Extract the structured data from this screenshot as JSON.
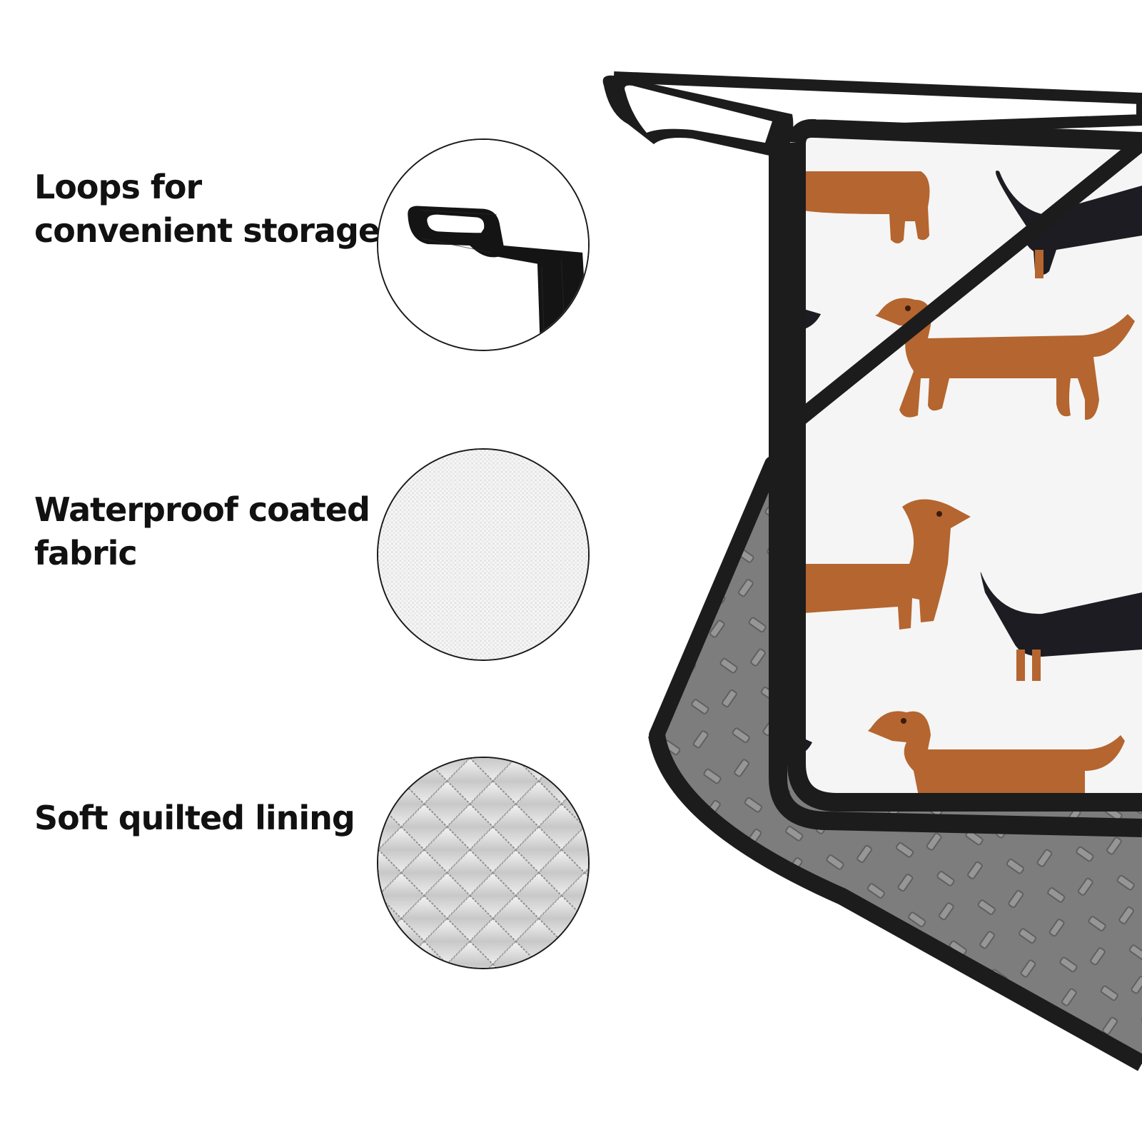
{
  "features": [
    {
      "label": "Loops for\nconvenient storage",
      "icon": "hanging-loop-closeup"
    },
    {
      "label": "Waterproof coated\nfabric",
      "icon": "coated-fabric-closeup"
    },
    {
      "label": "Soft quilted lining",
      "icon": "quilted-lining-closeup"
    }
  ],
  "product": {
    "icon": "dachshund-print-pot-holder-pair",
    "colors": {
      "trim": "#1c1c1c",
      "print_background": "#f5f5f5",
      "brown_dog": "#b5652f",
      "black_dog": "#1c1c22",
      "backing": "#7d7d7d"
    }
  }
}
